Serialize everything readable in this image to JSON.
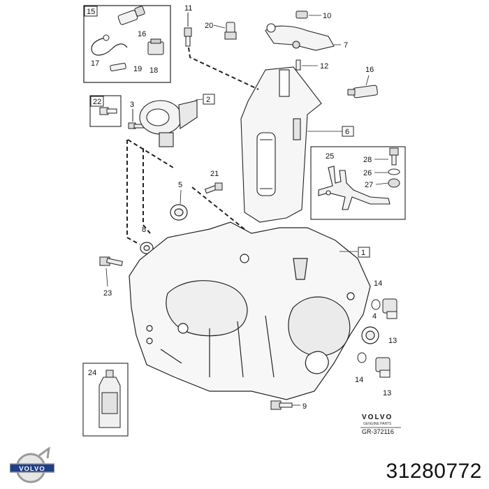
{
  "callouts": {
    "c1": "1",
    "c2": "2",
    "c3": "3",
    "c4": "4",
    "c5": "5",
    "c6": "6",
    "c7": "7",
    "c8": "8",
    "c9": "9",
    "c10": "10",
    "c11": "11",
    "c12": "12",
    "c13a": "13",
    "c13b": "13",
    "c14a": "14",
    "c14b": "14",
    "c15": "15",
    "c16a": "16",
    "c16b": "16",
    "c17": "17",
    "c18": "18",
    "c19": "19",
    "c20": "20",
    "c21": "21",
    "c22": "22",
    "c23": "23",
    "c24": "24",
    "c25": "25",
    "c26": "26",
    "c27": "27",
    "c28": "28"
  },
  "spare_parts": {
    "brand": "VOLVO",
    "tagline": "GENUINE PARTS",
    "group_code": "GR-372116"
  },
  "logo": {
    "text": "VOLVO"
  },
  "part_number": "31280772"
}
